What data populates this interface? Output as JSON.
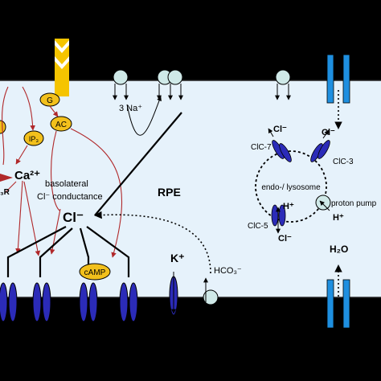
{
  "labels": {
    "sodium": "3 Na⁺",
    "rpe": "RPE",
    "calcium": "Ca²⁺",
    "basolateral_line1": "basolateral",
    "basolateral_line2": "Cl⁻ conductance",
    "chloride_main": "Cl⁻",
    "potassium": "K⁺",
    "bicarbonate": "HCO₃⁻",
    "water": "H₂O",
    "g_protein": "G",
    "ac": "AC",
    "ip3": "IP₃",
    "camp": "cAMP",
    "ip3r": "₃R",
    "clc7": "ClC-7",
    "clc3": "ClC-3",
    "clc5": "ClC-5",
    "endo_lysosome": "endo-/ lysosome",
    "proton_pump": "proton pump",
    "h_plus_pump": "H⁺",
    "h_plus_clc5": "H⁺",
    "cl_top_left": "Cl⁻",
    "cl_top_right": "Cl⁻",
    "cl_bottom": "Cl⁻"
  },
  "colors": {
    "background": "#000000",
    "cell": "#e6f2fb",
    "membrane_line": "#222222",
    "channel_blue": "#2b2bb8",
    "aquaporin_blue": "#1e8fe0",
    "receptor_yellow": "#f5c400",
    "signal_yellow": "#f2c01c",
    "arrow_red": "#b0282a",
    "transporter_circle": "#cfe9e8"
  }
}
